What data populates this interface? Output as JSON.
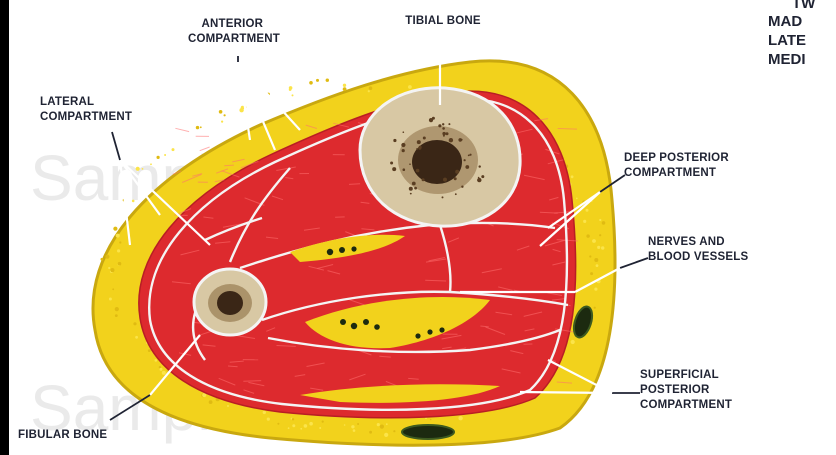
{
  "labels": {
    "anterior_compartment": [
      "ANTERIOR",
      "COMPARTMENT"
    ],
    "tibial_bone": "TIBIAL BONE",
    "lateral_compartment": [
      "LATERAL",
      "COMPARTMENT"
    ],
    "deep_posterior_compartment": [
      "DEEP POSTERIOR",
      "COMPARTMENT"
    ],
    "nerves_blood_vessels": [
      "NERVES AND",
      "BLOOD VESSELS"
    ],
    "superficial_posterior_compartment": [
      "SUPERFICIAL",
      "POSTERIOR",
      "COMPARTMENT"
    ],
    "fibular_bone": "FIBULAR BONE"
  },
  "corner_text": [
    "TW",
    "MAD",
    "LATE",
    "MEDI"
  ],
  "watermark": [
    "Sample Only",
    "Sample Only"
  ],
  "colors": {
    "fat": "#f2d21c",
    "fat_edge": "#c9a80f",
    "muscle": "#dd2a2e",
    "muscle_dark": "#b81e24",
    "fascia": "#f4f4f4",
    "bone_cortex": "#d8c8a4",
    "marrow": "#3a2616",
    "text": "#1f2333",
    "vessel": "#1c2a10"
  }
}
